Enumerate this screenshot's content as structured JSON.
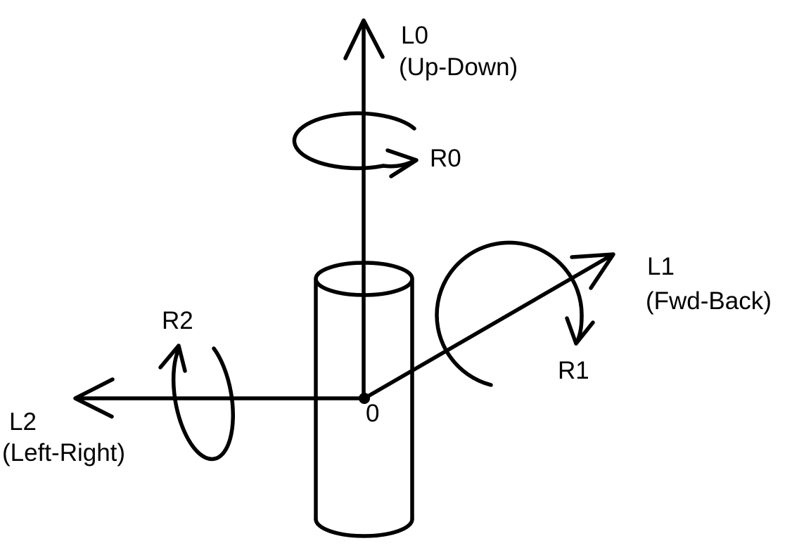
{
  "canvas": {
    "background": "#ffffff",
    "ink_color": "#000000"
  },
  "diagram": {
    "type": "axes-rotation-schematic",
    "origin_label": "0",
    "axes": [
      {
        "label": "L0",
        "sublabel": "(Up-Down)"
      },
      {
        "label": "L1",
        "sublabel": "(Fwd-Back)"
      },
      {
        "label": "L2",
        "sublabel": "(Left-Right)"
      }
    ],
    "rotations": [
      {
        "label": "R0"
      },
      {
        "label": "R1"
      },
      {
        "label": "R2"
      }
    ]
  }
}
